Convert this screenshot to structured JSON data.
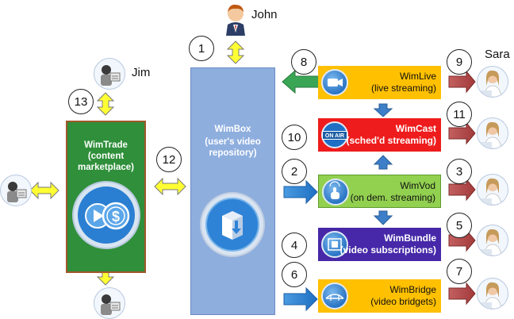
{
  "people": {
    "john": "John",
    "jim": "Jim",
    "sara": "Sara"
  },
  "wimbox": {
    "title": "WimBox",
    "subtitle": "(user's video repository)"
  },
  "wimtrade": {
    "title": "WimTrade",
    "subtitle": "(content marketplace)"
  },
  "services": {
    "live": {
      "name": "WimLive",
      "desc": "(live streaming)",
      "color": "#ffc000"
    },
    "cast": {
      "name": "WimCast",
      "desc": "(sched'd streaming)",
      "color": "#ee1c1c",
      "badge": "ON AIR"
    },
    "vod": {
      "name": "WimVod",
      "desc": "(on dem. streaming)",
      "color": "#92d050"
    },
    "bundle": {
      "name": "WimBundle",
      "desc": "(video subscriptions)",
      "color": "#4628a8"
    },
    "bridge": {
      "name": "WimBridge",
      "desc": "(video bridgets)",
      "color": "#ffc000"
    }
  },
  "steps": [
    "1",
    "2",
    "3",
    "4",
    "5",
    "6",
    "7",
    "8",
    "9",
    "10",
    "11",
    "12",
    "13"
  ],
  "icons": [
    "person-icon",
    "upload-box-icon",
    "play-coin-icon",
    "camera-icon",
    "on-air-icon",
    "touch-icon",
    "film-icon",
    "bridge-icon"
  ]
}
